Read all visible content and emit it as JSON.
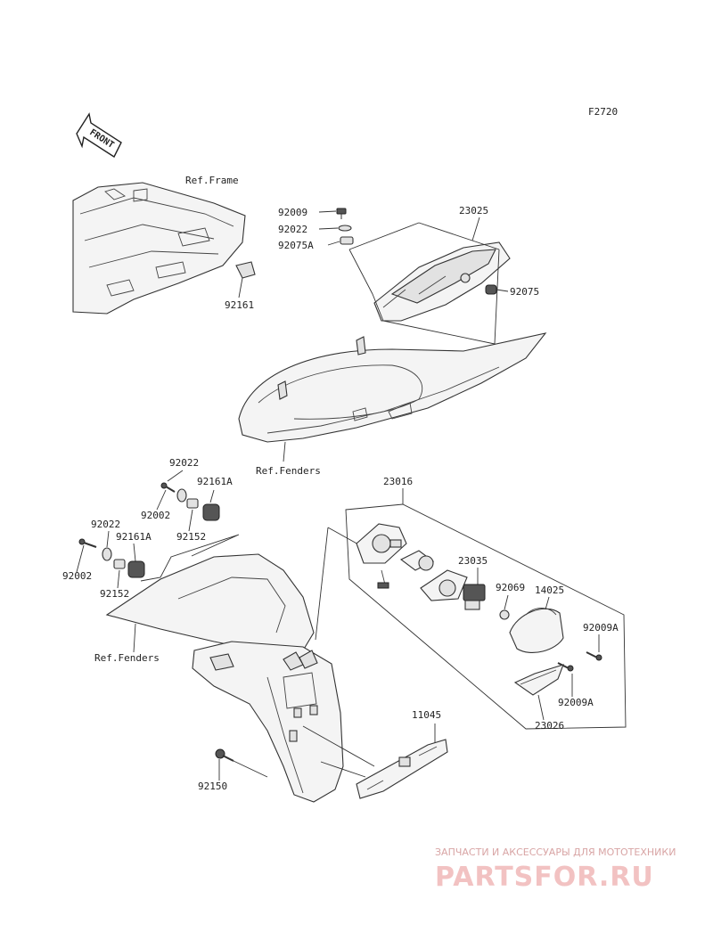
{
  "diagram_code": "F2720",
  "front_label": "FRONT",
  "refs": {
    "frame": "Ref.Frame",
    "fenders_upper": "Ref.Fenders",
    "fenders_lower": "Ref.Fenders"
  },
  "parts": {
    "p92161": "92161",
    "p92009": "92009",
    "p92022a": "92022",
    "p92075A": "92075A",
    "p23025": "23025",
    "p92075": "92075",
    "p92022b": "92022",
    "p92002a": "92002",
    "p92161Aa": "92161A",
    "p92152a": "92152",
    "p92022c": "92022",
    "p92161Ab": "92161A",
    "p92002b": "92002",
    "p92152b": "92152",
    "p23016": "23016",
    "p23035": "23035",
    "p92069": "92069",
    "p14025": "14025",
    "p92009Aa": "92009A",
    "p92009Ab": "92009A",
    "p23026": "23026",
    "p11045": "11045",
    "p92150": "92150"
  },
  "watermark": {
    "tagline": "ЗАПЧАСТИ И АКСЕССУАРЫ ДЛЯ МОТОТЕХНИКИ",
    "brand": "PARTSFOR.RU"
  }
}
